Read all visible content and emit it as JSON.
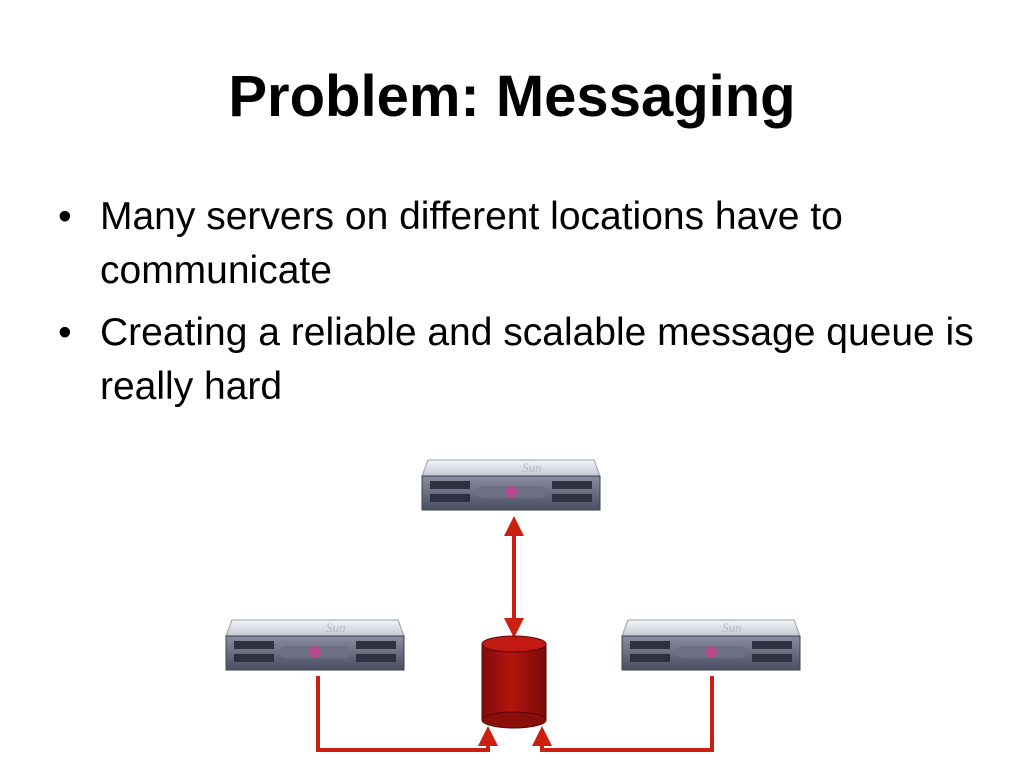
{
  "slide": {
    "title": "Problem: Messaging",
    "bullets": [
      "Many servers on different locations have to communicate",
      "Creating a reliable and scalable message queue is really hard"
    ],
    "bullet_glyph": "•"
  },
  "diagram": {
    "servers": [
      {
        "id": "top",
        "brand": "Sun"
      },
      {
        "id": "left",
        "brand": "Sun"
      },
      {
        "id": "right",
        "brand": "Sun"
      }
    ],
    "queue_icon": "database-cylinder-icon",
    "server_icon": "rack-server-icon",
    "colors": {
      "arrow": "#cc1f12",
      "cylinder": "#a8130f",
      "server_body": "#c9cbd6",
      "server_panel": "#5a5d72"
    }
  }
}
